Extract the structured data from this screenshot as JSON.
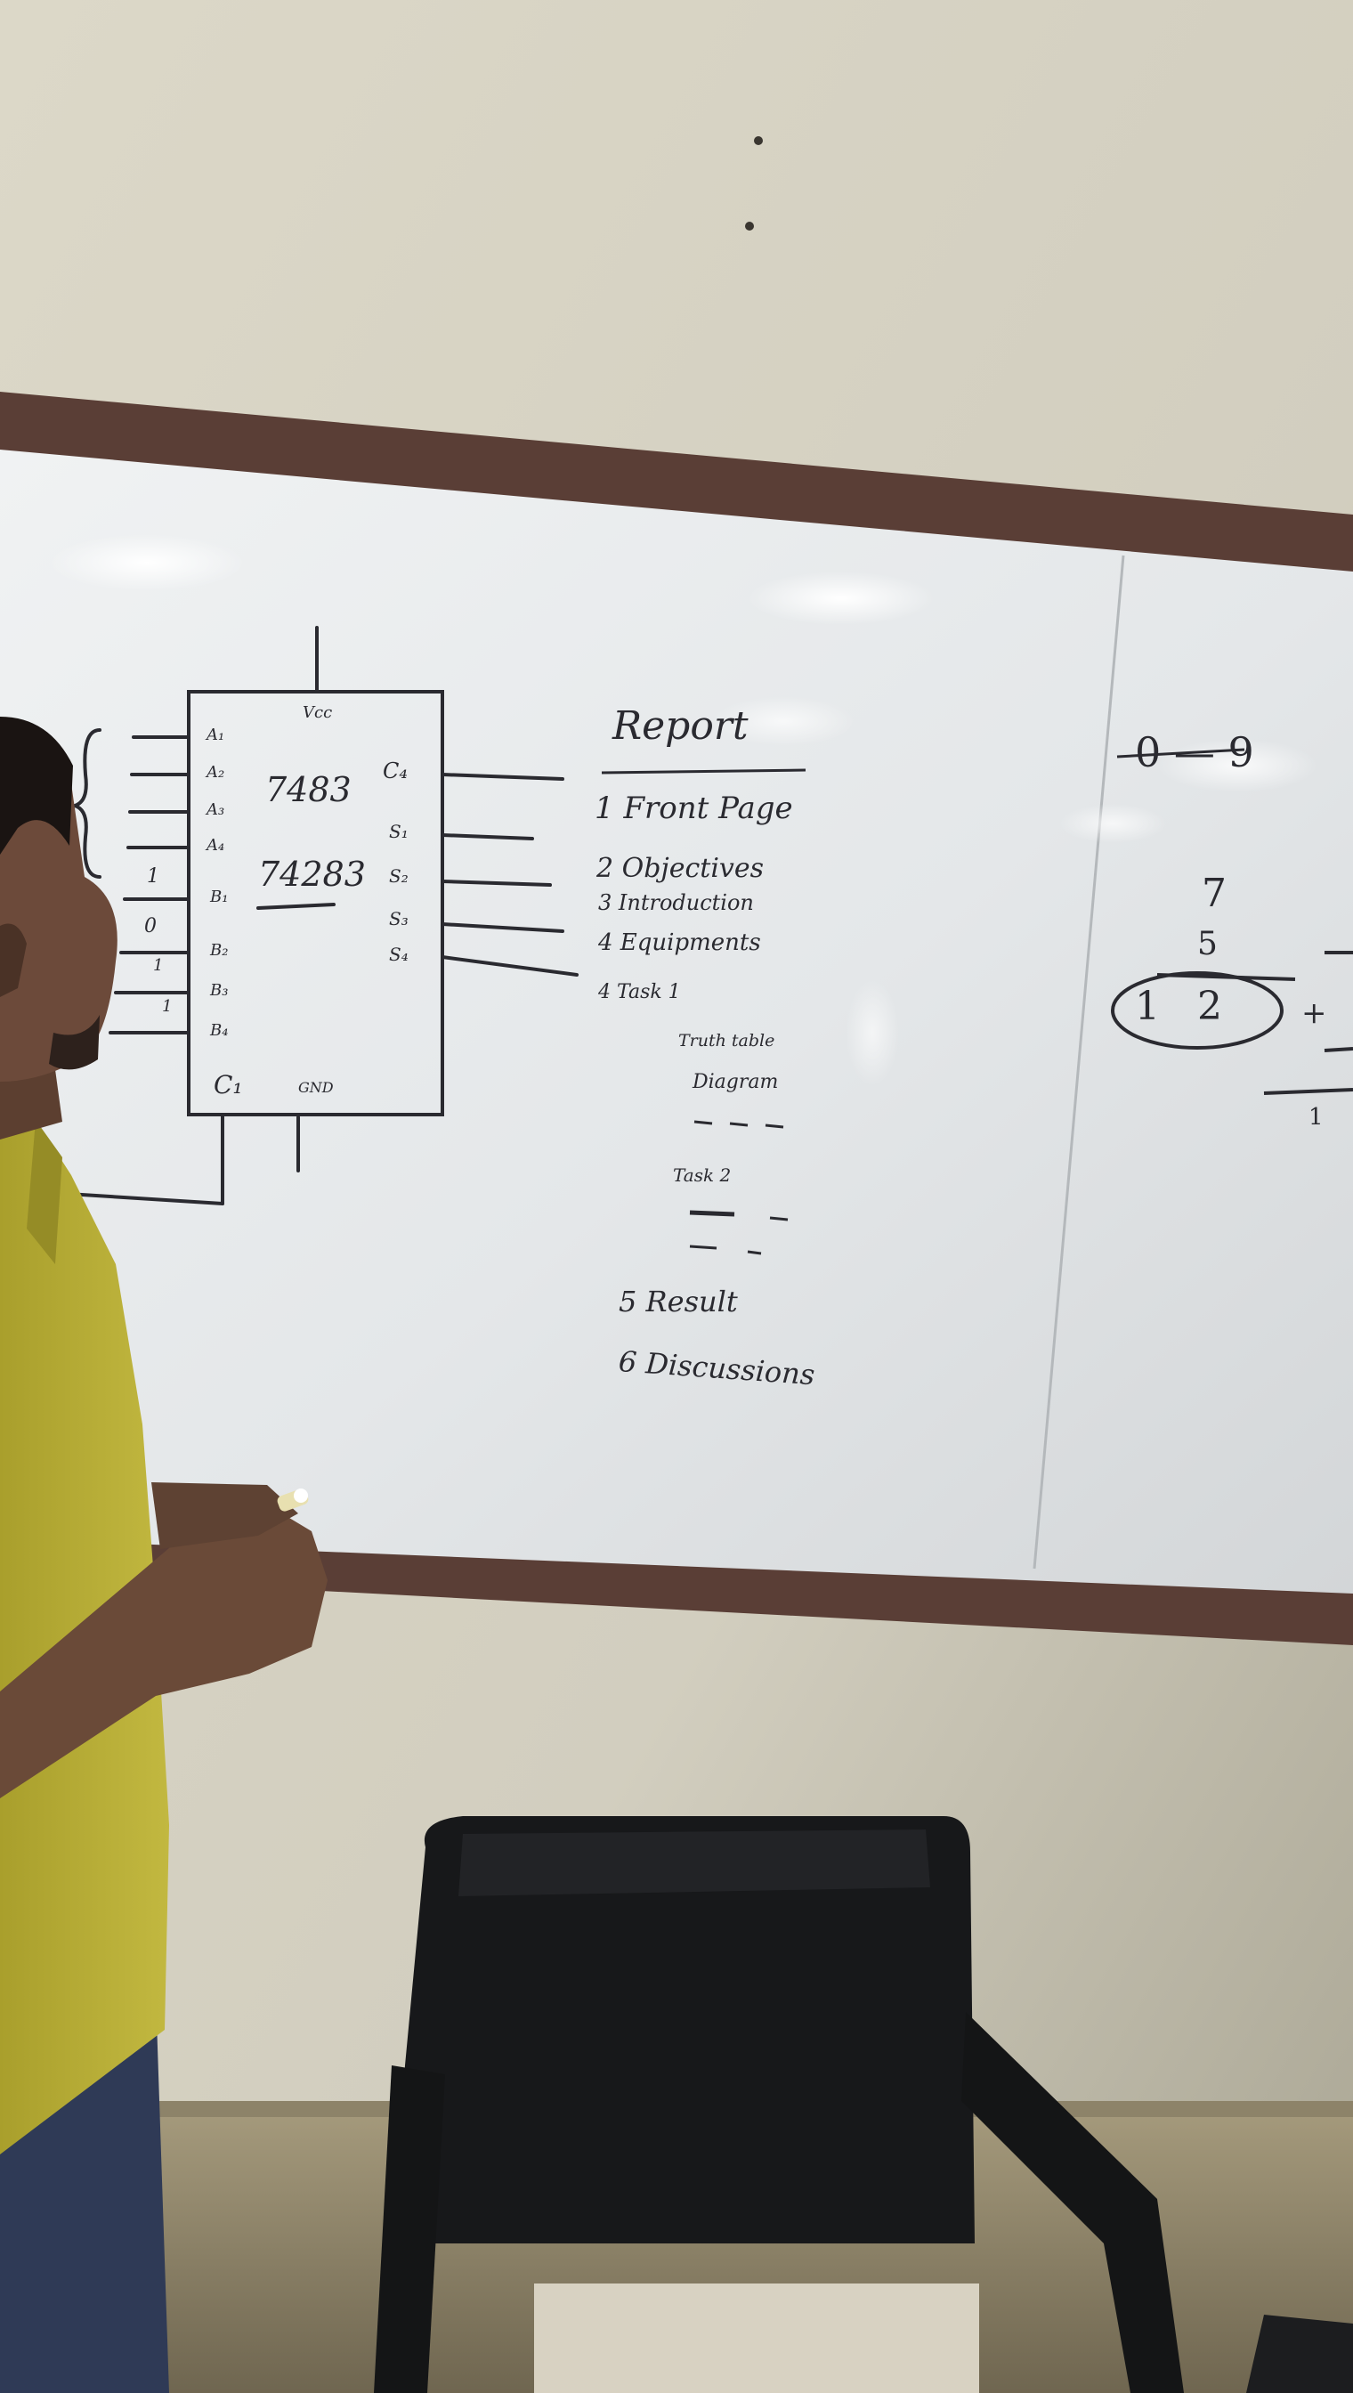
{
  "whiteboard": {
    "circuit": {
      "chip_labels": [
        "7483",
        "74283"
      ],
      "power_label": "Vcc",
      "ground_label": "GND",
      "carry_in_label": "C₁",
      "carry_out_label": "C₄",
      "input_a_labels": [
        "A₁",
        "A₂",
        "A₃",
        "A₄"
      ],
      "input_b_labels": [
        "B₁",
        "B₂",
        "B₃",
        "B₄"
      ],
      "output_labels": [
        "S₁",
        "S₂",
        "S₃",
        "S₄"
      ],
      "input_values": [
        "1",
        "0",
        "1",
        "1"
      ]
    },
    "report": {
      "heading": "Report",
      "items": [
        "1 Front Page",
        "2 Objectives",
        "3 Introduction",
        "4 Equipments",
        "4 Task 1",
        "Truth table",
        "Diagram",
        "Task 2",
        "5 Result",
        "6 Discussions"
      ]
    },
    "right_panel": {
      "range": "0 — 9",
      "operand_top": "7",
      "operand_bottom": "5",
      "sum": "1 2",
      "plus": "+",
      "carry": "1"
    }
  },
  "colors": {
    "wall": "#d9d5c6",
    "board": "#e9ecee",
    "frame": "#5a3e36",
    "marker": "#2a2a30",
    "shirt": "#b7ad3a",
    "chair": "#17181a"
  }
}
